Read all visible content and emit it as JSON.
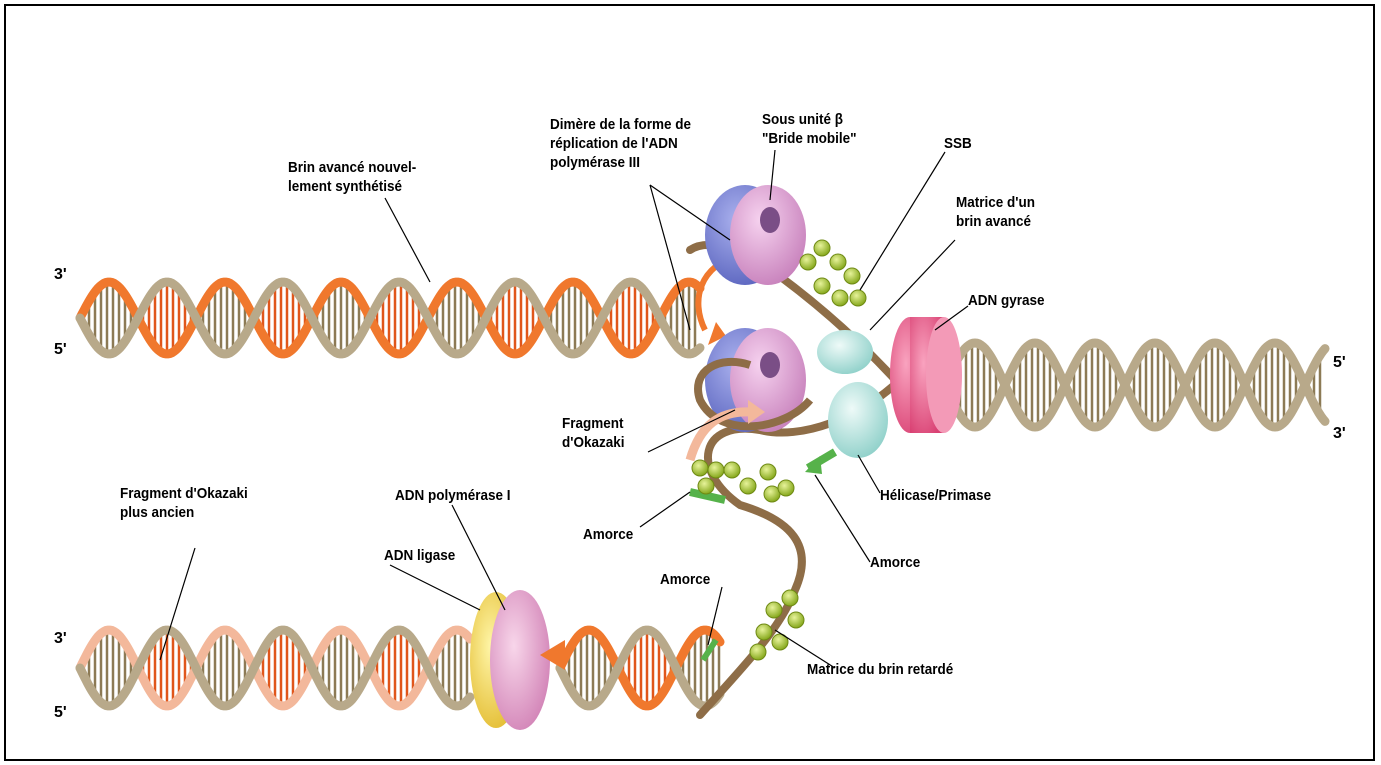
{
  "colors": {
    "background": "#ffffff",
    "backbone_tan": "#b8a98a",
    "backbone_orange": "#f0782d",
    "rung_tan": "#8c7a55",
    "rung_orange": "#e0561b",
    "old_fragment": "#f3b89b",
    "primer_green": "#56b24a",
    "polymerase_blue": "#7d86d3",
    "clamp_pink": "#e2a6d6",
    "ssb_green": "#b4cf3a",
    "gyrase_pink": "#f06b93",
    "helicase_cyan": "#bfe7e3",
    "ligase_yellow": "#f4e05a",
    "pol1_pink": "#eba6cf",
    "strand_brown": "#8e6d47"
  },
  "ends": {
    "top_left_3": "3'",
    "top_left_5": "5'",
    "right_5": "5'",
    "right_3": "3'",
    "bottom_left_3": "3'",
    "bottom_left_5": "5'"
  },
  "labels": {
    "leading_new": [
      "Brin avancé nouvel-",
      "lement synthétisé"
    ],
    "pol3_dimer": [
      "Dimère de la forme de",
      "réplication de l'ADN",
      "polymérase III"
    ],
    "beta_subunit": [
      "Sous unité β",
      "\"Bride mobile\""
    ],
    "ssb": "SSB",
    "leading_template": [
      "Matrice d'un",
      "brin avancé"
    ],
    "gyrase": "ADN gyrase",
    "okazaki_fragment": [
      "Fragment",
      "d'Okazaki"
    ],
    "helicase_primase": "Hélicase/Primase",
    "old_okazaki": [
      "Fragment d'Okazaki",
      "plus ancien"
    ],
    "pol1": "ADN polymérase I",
    "ligase": "ADN ligase",
    "primer_left": "Amorce",
    "primer_right": "Amorce",
    "primer_bottom": "Amorce",
    "lagging_template": "Matrice du brin retardé"
  }
}
